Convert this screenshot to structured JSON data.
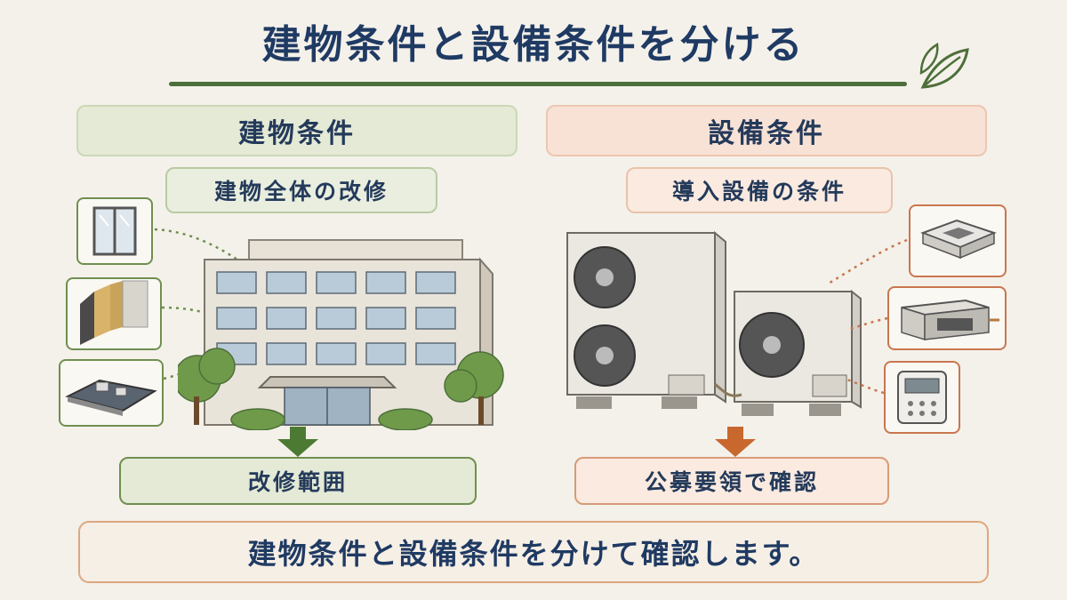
{
  "title": "建物条件と設備条件を分ける",
  "left": {
    "header": "建物条件",
    "subheader": "建物全体の改修",
    "result": "改修範囲",
    "thumbnails": [
      "window-icon",
      "insulation-layers-icon",
      "flat-roof-icon"
    ],
    "accent_color": "#6f8f4f"
  },
  "right": {
    "header": "設備条件",
    "subheader": "導入設備の条件",
    "result": "公募要領で確認",
    "thumbnails": [
      "ceiling-cassette-ac-icon",
      "ducted-ac-unit-icon",
      "remote-controller-icon"
    ],
    "accent_color": "#c9764f"
  },
  "summary": "建物条件と設備条件を分けて確認します。"
}
